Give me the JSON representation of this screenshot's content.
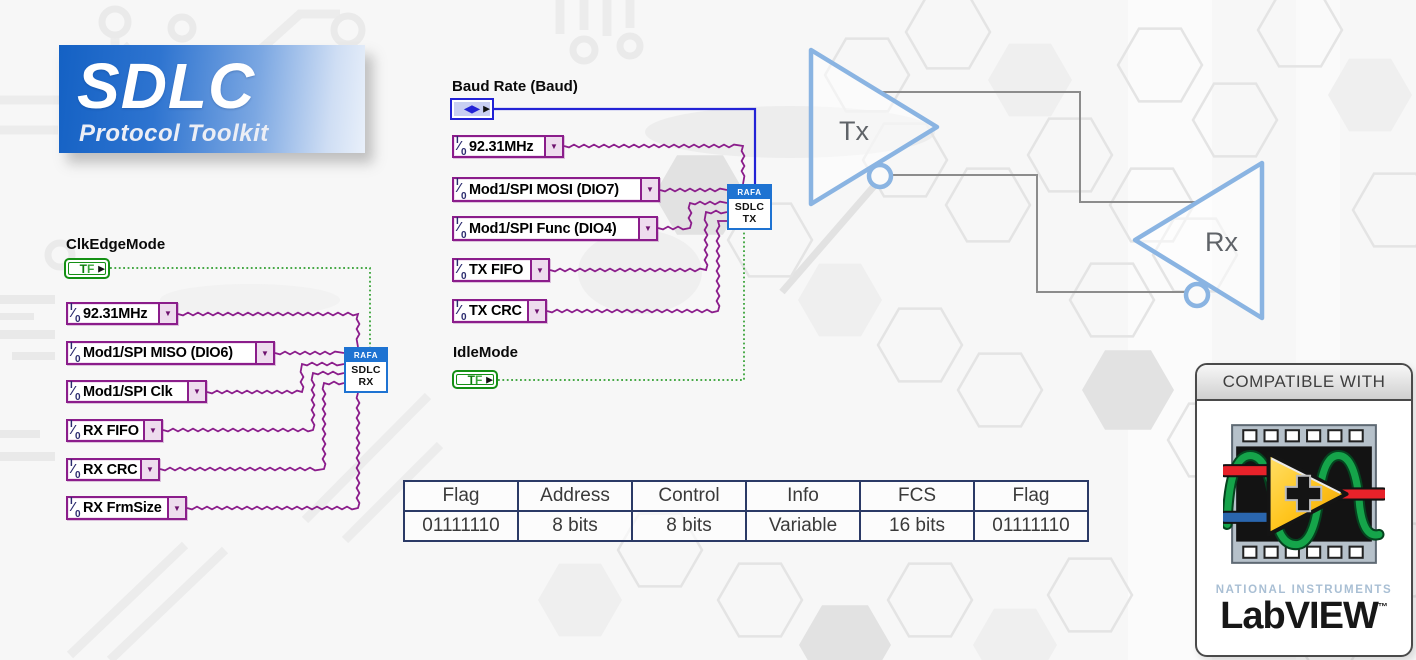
{
  "banner": {
    "title": "SDLC",
    "subtitle": "Protocol Toolkit"
  },
  "glyphs": {
    "io_top": "I",
    "io_slash": "⁄",
    "io_bottom": "0",
    "dropdown": "▼",
    "tf_t": "T",
    "tf_f": "F",
    "tf_arrow": "▶",
    "num_arrows": "◀▶",
    "num_inc": "▶"
  },
  "rx": {
    "clk_edge_label": "ClkEdgeMode",
    "combos": [
      {
        "label": "92.31MHz"
      },
      {
        "label": "Mod1/SPI MISO (DIO6)"
      },
      {
        "label": "Mod1/SPI Clk"
      },
      {
        "label": "RX FIFO"
      },
      {
        "label": "RX CRC"
      },
      {
        "label": "RX FrmSize"
      }
    ],
    "block": {
      "header": "RAFA",
      "line1": "SDLC",
      "line2": "RX"
    }
  },
  "tx": {
    "baud_label": "Baud Rate (Baud)",
    "idle_label": "IdleMode",
    "combos": [
      {
        "label": "92.31MHz"
      },
      {
        "label": "Mod1/SPI MOSI (DIO7)"
      },
      {
        "label": "Mod1/SPI Func (DIO4)"
      },
      {
        "label": "TX FIFO"
      },
      {
        "label": "TX CRC"
      }
    ],
    "block": {
      "header": "RAFA",
      "line1": "SDLC",
      "line2": "TX"
    }
  },
  "diagram": {
    "tx": "Tx",
    "rx": "Rx"
  },
  "frame_table": {
    "headers": [
      "Flag",
      "Address",
      "Control",
      "Info",
      "FCS",
      "Flag"
    ],
    "values": [
      "01111110",
      "8 bits",
      "8 bits",
      "Variable",
      "16 bits",
      "01111110"
    ]
  },
  "badge": {
    "header": "COMPATIBLE WITH",
    "brand_small": "NATIONAL INSTRUMENTS",
    "brand": "LabVIEW",
    "trademark": "™"
  },
  "colors": {
    "wire_purple": "#8b1d8b",
    "wire_green": "#2f9e2f",
    "wire_blue": "#2323d6",
    "node_blue": "#1e73d2",
    "buffer_blue": "#8ab4e2",
    "link_gray": "#8c8c8c",
    "table_border": "#2b3a66",
    "banner_blue": "#1461c4"
  }
}
